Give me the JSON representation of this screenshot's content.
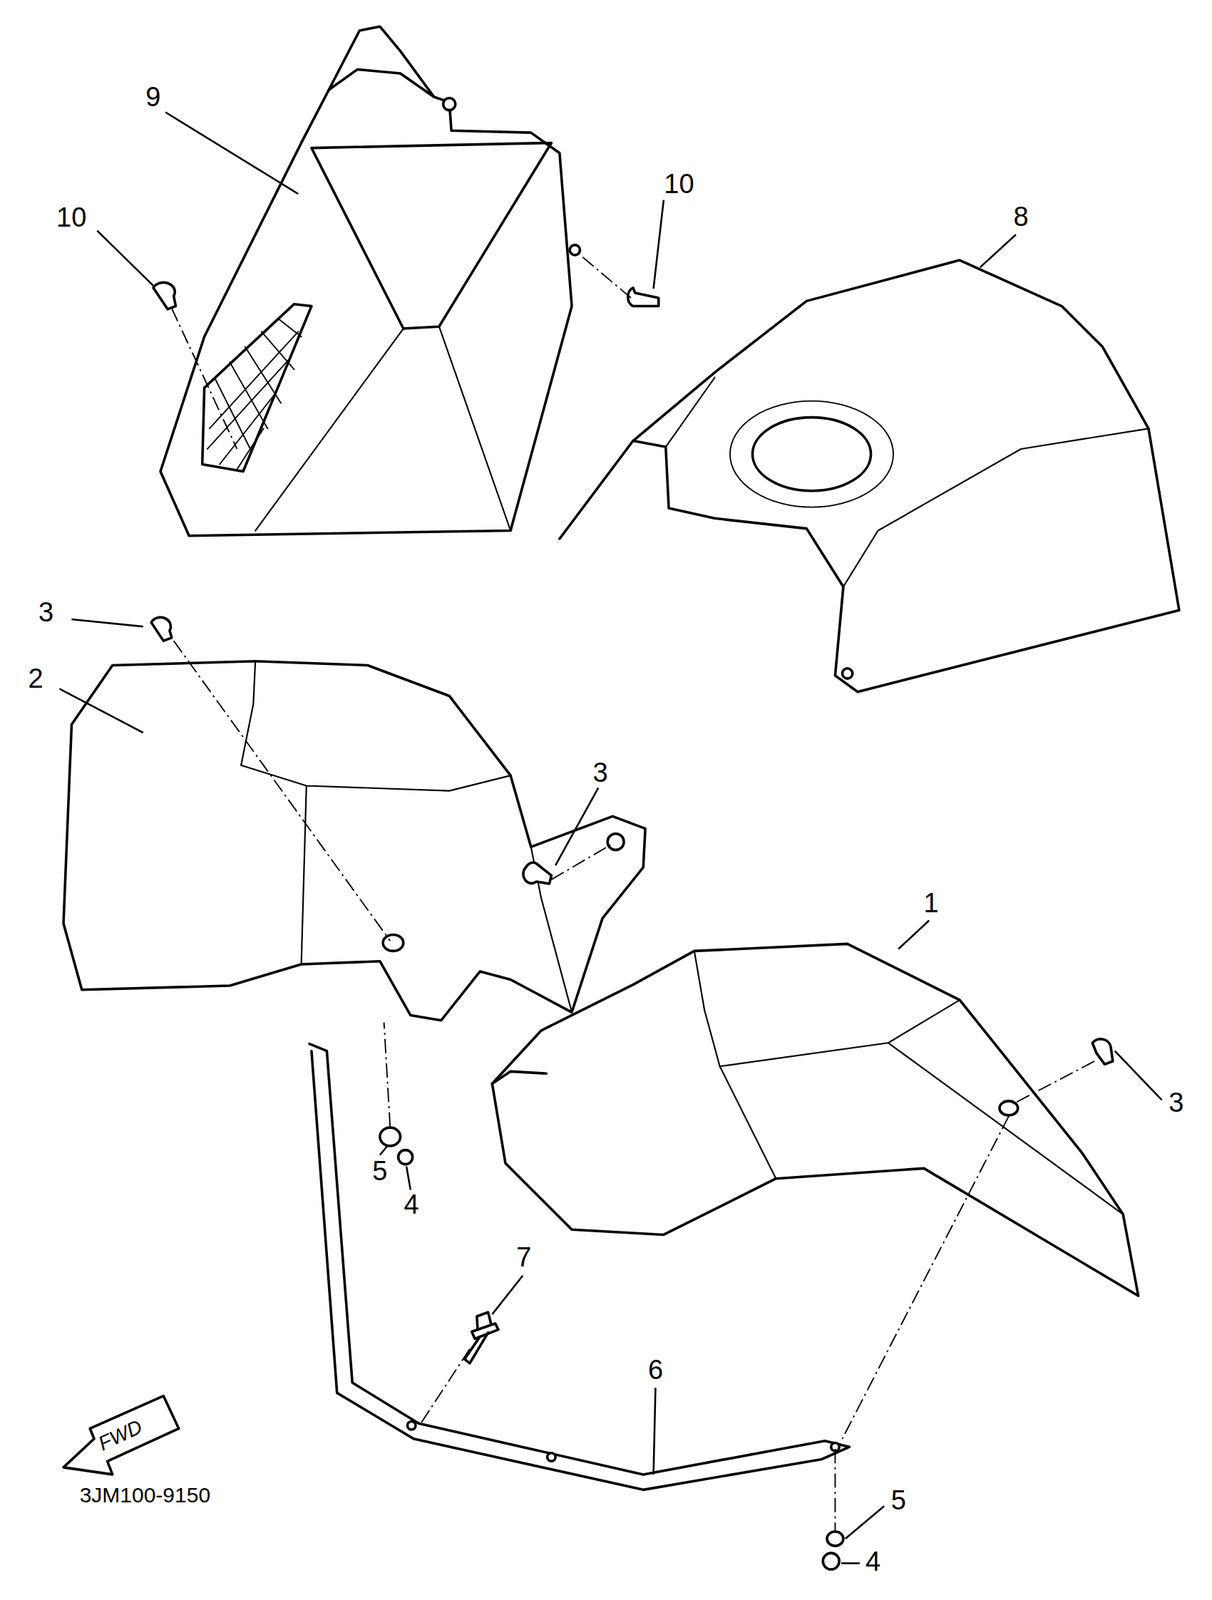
{
  "diagram": {
    "labels": [
      "9",
      "10",
      "8",
      "10",
      "3",
      "2",
      "3",
      "1",
      "3",
      "5",
      "4",
      "7",
      "6",
      "FWD",
      "3JM100-9150",
      "5",
      "4"
    ]
  }
}
